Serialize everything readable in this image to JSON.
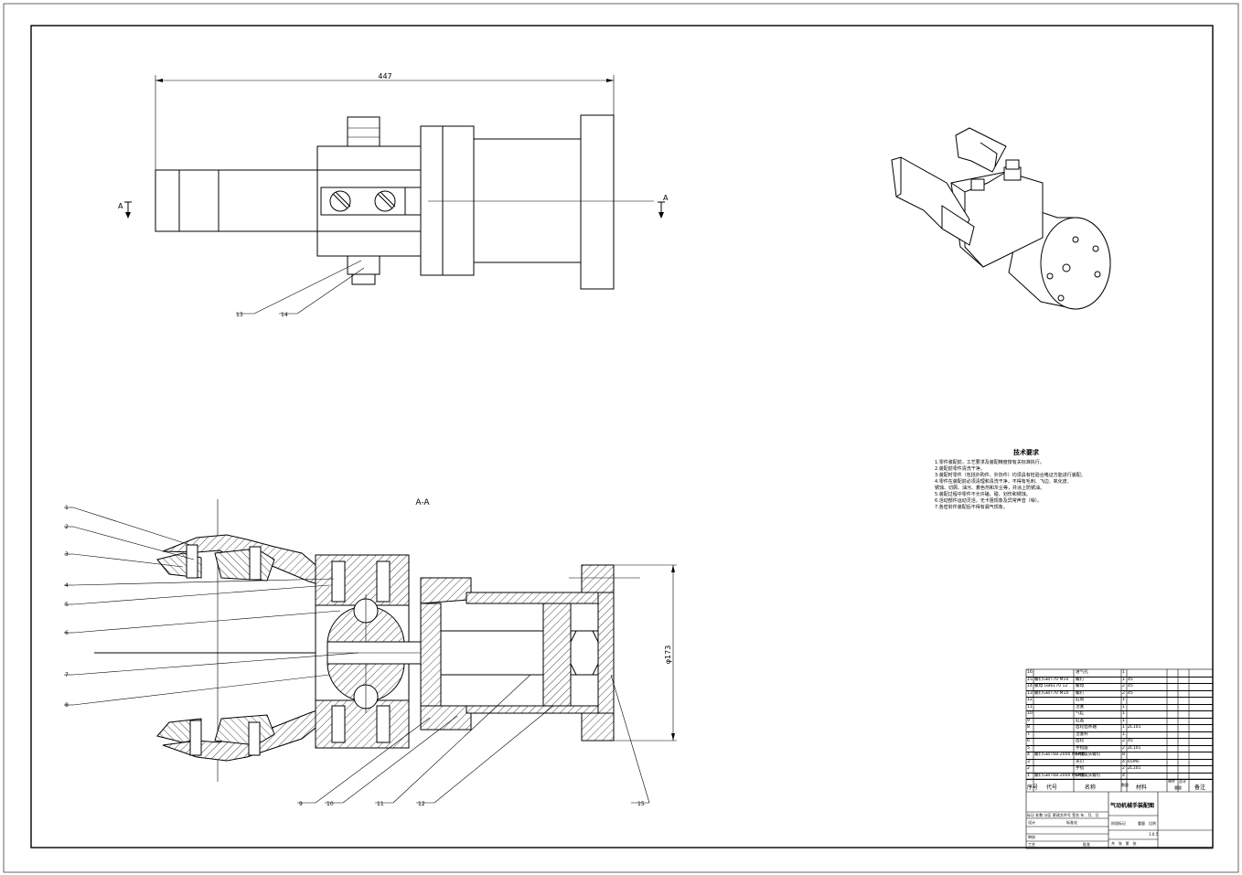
{
  "drawing": {
    "dim_length": "447",
    "dim_diameter": "φ173",
    "section_mark": "A",
    "section_title": "A-A",
    "callouts_top": [
      "13",
      "14"
    ],
    "callouts_left": [
      "1",
      "2",
      "3",
      "4",
      "5",
      "6",
      "7",
      "8"
    ],
    "callouts_bottom": [
      "9",
      "10",
      "11",
      "12",
      "15"
    ]
  },
  "tech_notes": {
    "title": "技术要求",
    "lines": [
      "1.零件装配前，工艺要求及装配精度按有关标准执行。",
      "2.装配前零件清洗干净。",
      "3.装配时零件（包括外购件、外协件）均须具有检验合格证方能进行装配。",
      "4.零件在装配前必须清理和清洗干净，不得有毛刺、飞边、氧化皮、",
      "锈蚀、切屑、油污、着色剂和灰尘等，并涂上防锈油。",
      "5.装配过程中零件不允许磕、碰、划伤和锈蚀。",
      "6.活动部件运动灵活，无卡阻现象及异常声音（噪）。",
      "7.各密封件装配后不得有漏气现象。"
    ]
  },
  "bom": {
    "rows": [
      {
        "no": "16",
        "code": "",
        "name": "进气孔",
        "qty": "1",
        "mat": ""
      },
      {
        "no": "15",
        "code": "螺钉GB/T70 M10",
        "name": "螺钉",
        "qty": "1",
        "mat": "45"
      },
      {
        "no": "14",
        "code": "螺母 GB6170 12",
        "name": "螺母",
        "qty": "2",
        "mat": "45"
      },
      {
        "no": "13",
        "code": "螺钉GB/T70 M10",
        "name": "螺钉",
        "qty": "2",
        "mat": "45"
      },
      {
        "no": "12",
        "code": "",
        "name": "缸筒",
        "qty": "1",
        "mat": ""
      },
      {
        "no": "11",
        "code": "",
        "name": "活塞",
        "qty": "1",
        "mat": ""
      },
      {
        "no": "10",
        "code": "",
        "name": "气缸",
        "qty": "1",
        "mat": ""
      },
      {
        "no": "9",
        "code": "",
        "name": "缸盖",
        "qty": "1",
        "mat": ""
      },
      {
        "no": "8",
        "code": "",
        "name": "齿轮齿条轴",
        "qty": "1",
        "mat": "ZL101"
      },
      {
        "no": "7",
        "code": "",
        "name": "活塞杆",
        "qty": "1",
        "mat": ""
      },
      {
        "no": "6",
        "code": "",
        "name": "齿轮",
        "qty": "2",
        "mat": "45"
      },
      {
        "no": "5",
        "code": "",
        "name": "手指座",
        "qty": "2",
        "mat": "ZL101"
      },
      {
        "no": "4",
        "code": "螺钉GB/T68-2000 M6X16",
        "name": "开槽沉头螺钉",
        "qty": "8",
        "mat": ""
      },
      {
        "no": "3",
        "code": "",
        "name": "夹爪",
        "qty": "4",
        "mat": "65Mn"
      },
      {
        "no": "2",
        "code": "",
        "name": "手指",
        "qty": "2",
        "mat": "ZL101"
      },
      {
        "no": "1",
        "code": "螺钉GB/T68-2000 M6X16",
        "name": "开槽沉头螺钉",
        "qty": "4",
        "mat": ""
      }
    ],
    "header": {
      "no": "序号",
      "code": "代号",
      "name": "名称",
      "qty": "数量",
      "mat": "材料",
      "unit": "单件",
      "total": "总计",
      "weight": "重量",
      "remark": "备注"
    },
    "title": "气动机械手装配图",
    "labels": {
      "mark": "标记",
      "count": "处数",
      "zone": "分区",
      "change_doc": "更改文件号",
      "sign": "签名",
      "date": "年、月、日",
      "design": "设计",
      "standard": "标准化",
      "check": "审核",
      "process": "工艺",
      "approve": "批准",
      "stage": "阶段标记",
      "weight": "重量",
      "scale": "比例",
      "scale_value": "1:0.5",
      "sheets": "共",
      "sheet": "张",
      "page": "第",
      "page_unit": "张"
    }
  }
}
